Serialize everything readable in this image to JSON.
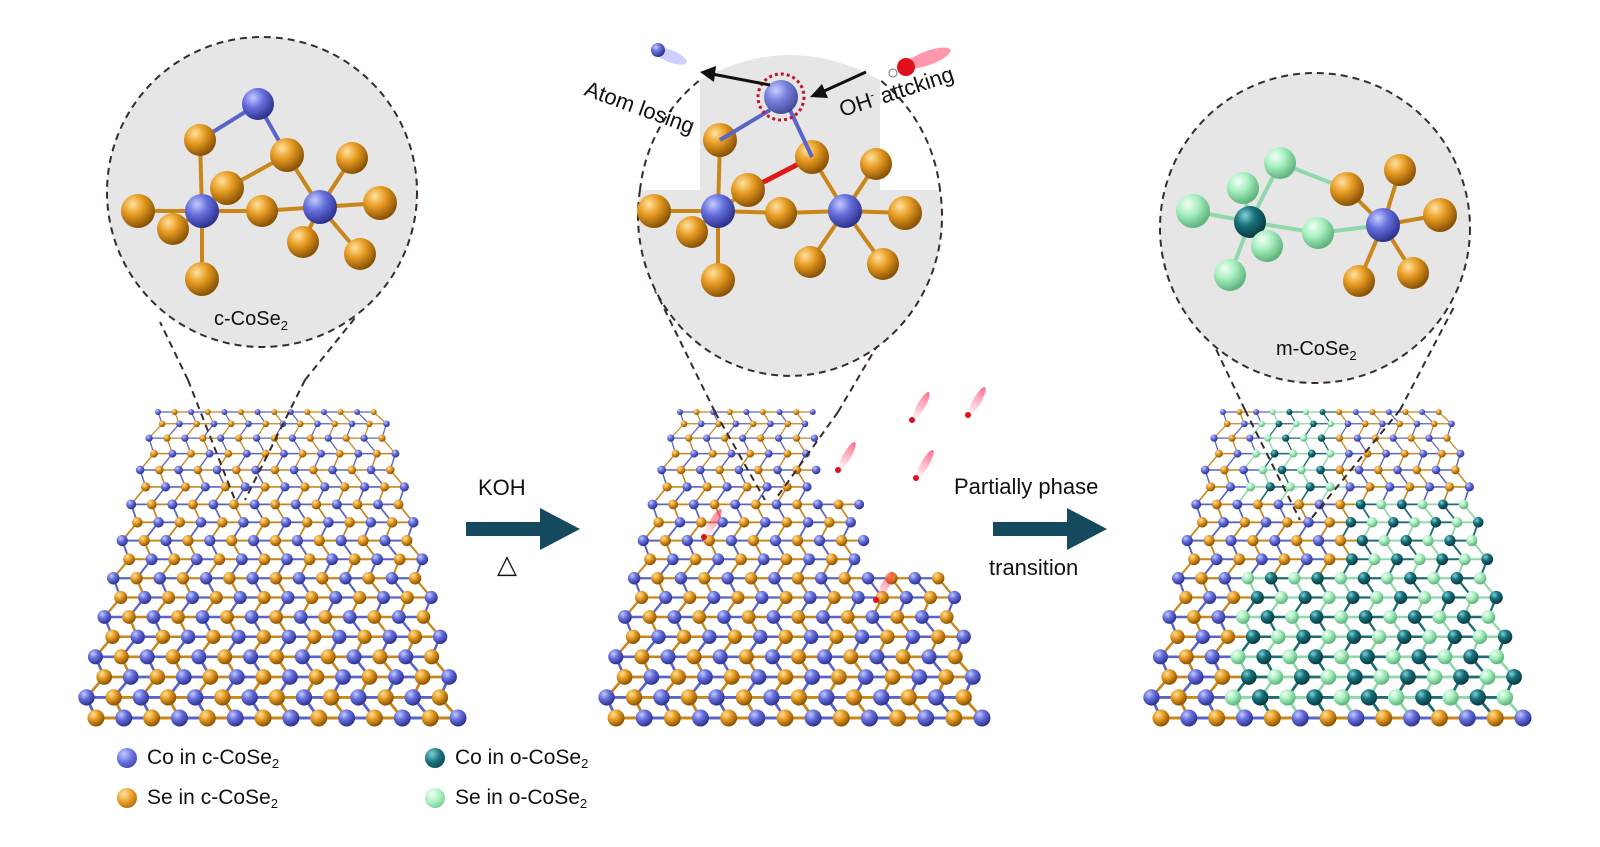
{
  "colors": {
    "co_c": "#6670dd",
    "se_c": "#e79c22",
    "co_o": "#17707a",
    "se_o": "#a8f0c0",
    "arrow": "#15495e",
    "bond_red": "#e01818",
    "zoom_bg": "#e6e6e6",
    "oh_red": "#e0101a"
  },
  "labels": {
    "zoom_left": {
      "main": "c-CoSe",
      "sub": "2"
    },
    "zoom_right": {
      "main": "m-CoSe",
      "sub": "2"
    },
    "atom_losing": "Atom losing",
    "oh_main": "OH",
    "oh_sup": "-",
    "oh_rest": " attcking",
    "arrow1_top": "KOH",
    "arrow1_bottom": "△",
    "arrow2_top": "Partially phase",
    "arrow2_bottom": "transition"
  },
  "legend": [
    {
      "icon": "co-c-atom-icon",
      "color": "#6670dd",
      "main": "Co in c-CoSe",
      "sub": "2"
    },
    {
      "icon": "se-c-atom-icon",
      "color": "#e79c22",
      "main": "Se in c-CoSe",
      "sub": "2"
    },
    {
      "icon": "co-o-atom-icon",
      "color": "#17707a",
      "main": "Co in o-CoSe",
      "sub": "2"
    },
    {
      "icon": "se-o-atom-icon",
      "color": "#a8f0c0",
      "main": "Se in o-CoSe",
      "sub": "2"
    }
  ]
}
